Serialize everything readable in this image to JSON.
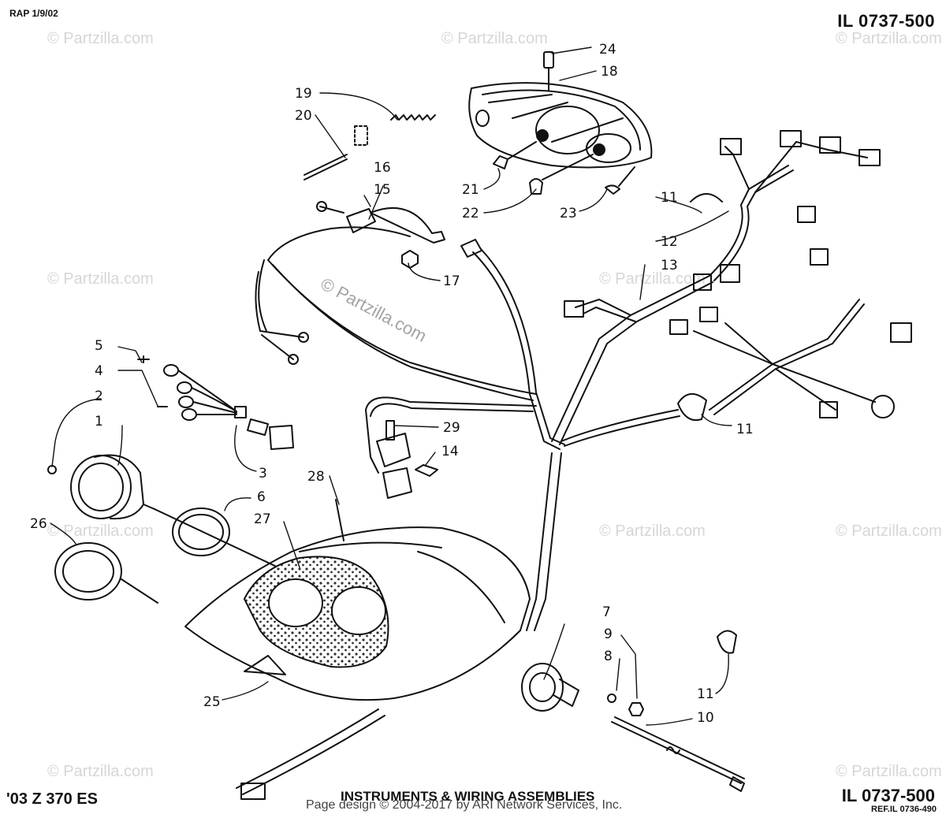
{
  "header": {
    "left": "RAP 1/9/02",
    "right": "IL 0737-500"
  },
  "footer": {
    "model": "'03 Z 370 ES",
    "title": "INSTRUMENTS & WIRING ASSEMBLIES",
    "credit": "Page design © 2004-2017 by ARI Network Services, Inc.",
    "right": "IL 0737-500",
    "ref": "REF.IL 0736-490"
  },
  "watermark": "© Partzilla.com",
  "center_watermark": "© Partzilla.com",
  "part_labels": {
    "p1": "1",
    "p2": "2",
    "p3": "3",
    "p4": "4",
    "p5": "5",
    "p6": "6",
    "p7": "7",
    "p8": "8",
    "p9": "9",
    "p10": "10",
    "p11a": "11",
    "p11b": "11",
    "p11c": "11",
    "p12": "12",
    "p13": "13",
    "p14": "14",
    "p15": "15",
    "p16": "16",
    "p17": "17",
    "p18": "18",
    "p19": "19",
    "p20": "20",
    "p21": "21",
    "p22": "22",
    "p23": "23",
    "p24": "24",
    "p25": "25",
    "p26": "26",
    "p27": "27",
    "p28": "28",
    "p29": "29"
  },
  "colors": {
    "line": "#111111",
    "watermark": "#b5b5b5",
    "background": "#ffffff"
  }
}
